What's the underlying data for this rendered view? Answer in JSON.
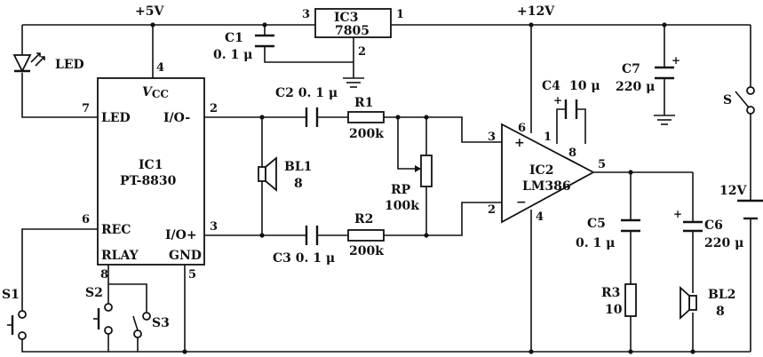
{
  "rails": {
    "plus5v": "+5V",
    "plus12v": "+12V"
  },
  "ic3": {
    "ref": "IC3",
    "part": "7805",
    "pin_in": "1",
    "pin_gnd": "2",
    "pin_out": "3"
  },
  "ic1": {
    "ref": "IC1",
    "part": "PT-8830",
    "vcc": "V",
    "vcc_sub": "CC",
    "pin_led_label": "LED",
    "pin_io_minus_label": "I/O-",
    "pin_rec_label": "REC",
    "pin_io_plus_label": "I/O+",
    "pin_rlay_label": "RLAY",
    "pin_gnd_label": "GND",
    "pins": {
      "vcc": "4",
      "led": "7",
      "io_minus": "2",
      "rec": "6",
      "io_plus": "3",
      "rlay": "8",
      "gnd": "5"
    }
  },
  "ic2": {
    "ref": "IC2",
    "part": "LM386",
    "plus": "+",
    "minus": "−",
    "pins": {
      "p6": "6",
      "p1": "1",
      "p8": "8",
      "p3": "3",
      "p2": "2",
      "p5": "5",
      "p4": "4"
    }
  },
  "parts": {
    "c1": "C1",
    "c1_val": "0. 1 μ",
    "c2": "C2 0. 1 μ",
    "c3": "C3  0. 1 μ",
    "r1": "R1",
    "r1_val": "200k",
    "r2": "R2",
    "r2_val": "200k",
    "rp": "RP",
    "rp_val": "100k",
    "bl1": "BL1",
    "bl1_val": "8",
    "c4": "C4",
    "c4_val": "10 μ",
    "c5": "C5",
    "c5_val": "0. 1 μ",
    "c6": "C6",
    "c6_val": "220 μ",
    "c7": "C7",
    "c7_val": "220 μ",
    "r3": "R3",
    "r3_val": "10",
    "bl2": "BL2",
    "bl2_val": "8",
    "led": "LED",
    "s": "S",
    "s1": "S1",
    "s2": "S2",
    "s3": "S3",
    "batt": "12V",
    "plus_sign": "+"
  },
  "colors": {
    "ink": "#111111",
    "background": "#ffffff"
  }
}
